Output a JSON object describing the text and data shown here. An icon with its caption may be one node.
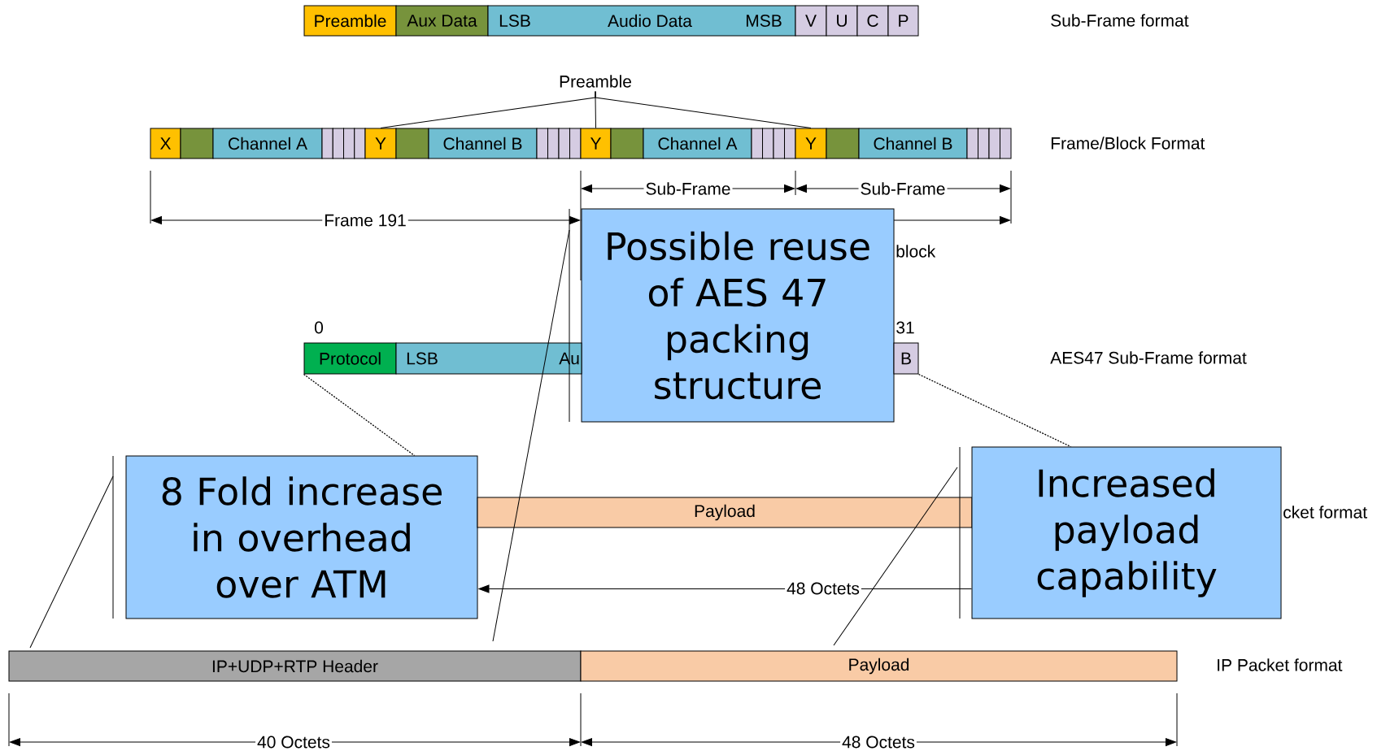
{
  "diagram": {
    "nodes": [
      {
        "text": [
          "Preamble"
        ]
      },
      {
        "text": [
          "Aux Data"
        ]
      },
      {
        "text": [
          "LSB",
          "Audio Data",
          "MSB"
        ]
      },
      {
        "text": [
          "V"
        ]
      },
      {
        "text": [
          "U"
        ]
      },
      {
        "text": [
          "C"
        ]
      },
      {
        "text": [
          "P"
        ]
      },
      {
        "text": [
          "Preamble"
        ]
      },
      {
        "text": [
          "X"
        ]
      },
      {
        "text": [],
        "shape": "box"
      },
      {
        "text": [
          "Channel A"
        ]
      },
      {
        "text": [],
        "shape": "box"
      },
      {
        "text": [],
        "shape": "box"
      },
      {
        "text": [],
        "shape": "box"
      },
      {
        "text": [],
        "shape": "box"
      },
      {
        "text": [
          "Y"
        ]
      },
      {
        "text": [],
        "shape": "box"
      },
      {
        "text": [
          "Channel B"
        ]
      },
      {
        "text": [],
        "shape": "box"
      },
      {
        "text": [],
        "shape": "box"
      },
      {
        "text": [],
        "shape": "box"
      },
      {
        "text": [],
        "shape": "box"
      },
      {
        "text": [
          "Y"
        ]
      },
      {
        "text": [],
        "shape": "box"
      },
      {
        "text": [
          "Channel A"
        ]
      },
      {
        "text": [],
        "shape": "box"
      },
      {
        "text": [],
        "shape": "box"
      },
      {
        "text": [],
        "shape": "box"
      },
      {
        "text": [],
        "shape": "box"
      },
      {
        "text": [
          "Y"
        ]
      },
      {
        "text": [],
        "shape": "box"
      },
      {
        "text": [
          "Channel B"
        ]
      },
      {
        "text": [],
        "shape": "box"
      },
      {
        "text": [],
        "shape": "box"
      },
      {
        "text": [],
        "shape": "box"
      },
      {
        "text": [],
        "shape": "box"
      },
      {
        "text": [
          "Possible reuse of AES 47 packing structure"
        ]
      },
      {
        "text": [
          "Protocol"
        ]
      },
      {
        "text": [
          "LSB",
          "Au"
        ]
      },
      {
        "text": [
          "B"
        ]
      },
      {
        "text": [
          "8 Fold increase in overhead over ATM"
        ]
      },
      {
        "text": [
          "Payload"
        ]
      },
      {
        "text": [
          "Increased payload capability"
        ]
      },
      {
        "text": [
          "IP+UDP+RTP Header"
        ]
      },
      {
        "text": [
          "Payload"
        ]
      }
    ],
    "edges": [
      {
        "from": 7,
        "to": 15,
        "arrow": "none"
      },
      {
        "from": 7,
        "to": 22,
        "arrow": "none"
      },
      {
        "from": 7,
        "to": 29,
        "arrow": "none"
      },
      {
        "from": 37,
        "to": 40,
        "arrow": "none",
        "style": "dashed"
      },
      {
        "from": 39,
        "to": 42,
        "arrow": "none",
        "style": "dashed"
      },
      {
        "from": 42,
        "to": 40,
        "arrow": "to",
        "label": "48 Octets"
      }
    ],
    "labels": [
      "Sub-Frame format",
      "Frame/Block Format",
      "Sub-Frame",
      "Sub-Frame",
      "Frame 191",
      "block",
      "0",
      "31",
      "AES47 Sub-Frame format",
      "cket format",
      "IP Packet format",
      "40 Octets",
      "48 Octets"
    ]
  }
}
